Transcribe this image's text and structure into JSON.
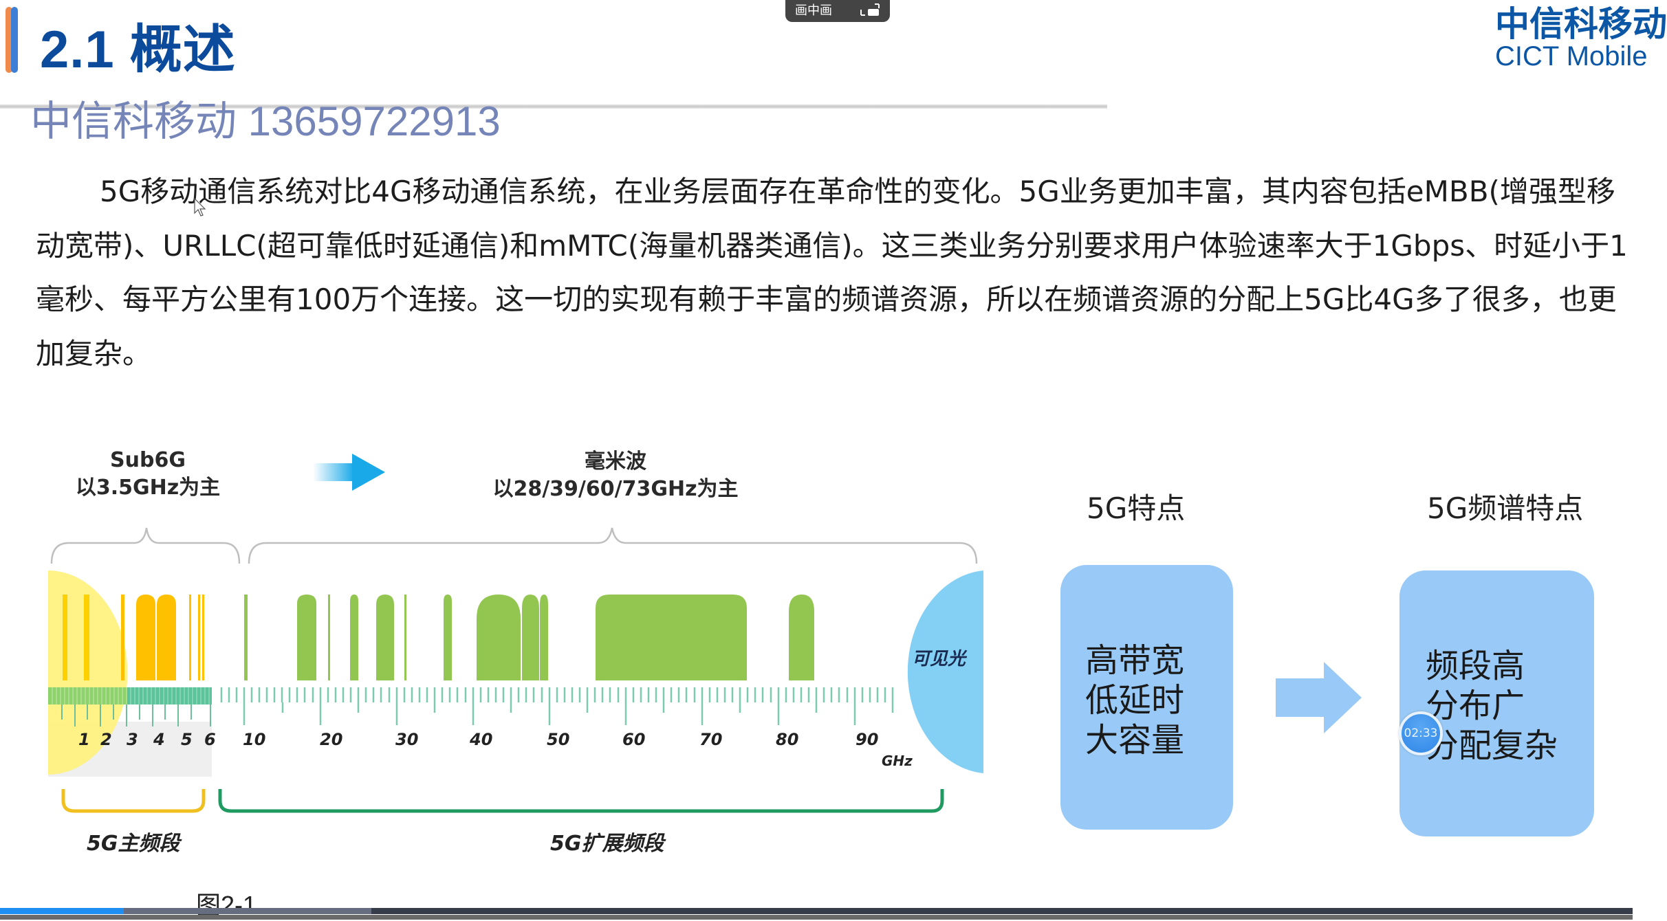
{
  "header": {
    "title": "2.1 概述",
    "watermark": "中信科移动 13659722913",
    "logo_cn": "中信科移动",
    "logo_en": "CICT Mobile",
    "accent_colors": [
      "#f08a4b",
      "#3d7fd6"
    ],
    "title_color": "#0c4a9c"
  },
  "pip_control": {
    "label": "画中画",
    "icon": "pip-toggle-icon"
  },
  "body": {
    "paragraph": "5G移动通信系统对比4G移动通信系统，在业务层面存在革命性的变化。5G业务更加丰富，其内容包括eMBB(增强型移动宽带)、URLLC(超可靠低时延通信)和mMTC(海量机器类通信)。这三类业务分别要求用户体验速率大于1Gbps、时延小于1毫秒、每平方公里有100万个连接。这一切的实现有赖于丰富的频谱资源，所以在频谱资源的分配上5G比4G多了很多，也更加复杂。"
  },
  "figure": {
    "caption": "图2-1",
    "sub6g": {
      "title": "Sub6G",
      "subtitle": "以3.5GHz为主"
    },
    "mmwave": {
      "title": "毫米波",
      "subtitle": "以28/39/60/73GHz为主"
    },
    "visible_light": "可见光",
    "unit": "GHz",
    "ticks_low": [
      "1",
      "2",
      "3",
      "4",
      "5",
      "6"
    ],
    "ticks_high": [
      "10",
      "20",
      "30",
      "40",
      "50",
      "60",
      "70",
      "80",
      "90"
    ],
    "main_band_label": "5G主频段",
    "ext_band_label": "5G扩展频段",
    "colors": {
      "sub6g_band": "#ffc000",
      "mmwave_band": "#92c650",
      "visible_light": "#84d0f5",
      "ruler": "#5fbf9e",
      "main_bracket": "#f0c020",
      "ext_bracket": "#1f9a60"
    }
  },
  "features": {
    "left": {
      "title": "5G特点",
      "lines": [
        "高带宽",
        "低延时",
        "大容量"
      ]
    },
    "right": {
      "title": "5G频谱特点",
      "lines": [
        "频段高",
        "分布广",
        "分配复杂"
      ]
    },
    "box_color": "#99c9f6"
  },
  "overlay": {
    "clock": "02:33"
  },
  "player": {
    "played_percent": 7.6,
    "buffered_percent": 22.7,
    "played_color": "#1e8ef0"
  }
}
